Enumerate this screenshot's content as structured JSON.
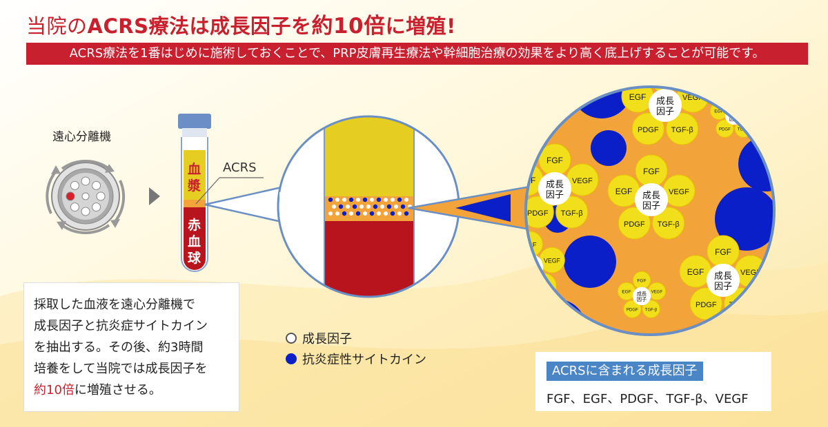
{
  "title": {
    "prefix": "当院の",
    "part1": "ACRS療法は成長因子を",
    "part2": "約10倍",
    "suffix": "に増殖!"
  },
  "banner": "ACRS療法を1番はじめに施術しておくことで、PRP皮膚再生療法や幹細胞治療の効果をより高く底上げすることが可能です。",
  "centrifuge_label": "遠心分離機",
  "acrs_label": "ACRS",
  "tube": {
    "plasma": [
      "血",
      "漿"
    ],
    "rbc": [
      "赤",
      "血",
      "球"
    ]
  },
  "info": {
    "lines": [
      "採取した血液を遠心分離機で",
      "成長因子と抗炎症サイトカイン",
      "を抽出する。その後、約3時間",
      "培養をして当院では成長因子を"
    ],
    "last_red": "約10倍",
    "last_rest": "に増殖させる。"
  },
  "legend": {
    "growth_factor": "成長因子",
    "cytokine": "抗炎症性サイトカイン"
  },
  "gf_box": {
    "heading": "ACRSに含まれる成長因子",
    "list": "FGF、EGF、PDGF、TGF-β、VEGF"
  },
  "cluster": {
    "center": [
      "成長",
      "因子"
    ],
    "factors": [
      "FGF",
      "VEGF",
      "TGF-β",
      "PDGF",
      "EGF"
    ]
  },
  "colors": {
    "red": "#c8202e",
    "orange": "#f2a33a",
    "yellow": "#f2df1c",
    "blue": "#0a1fc8",
    "plasma": "#e6cd22",
    "blood": "#b8141e",
    "outline": "#6a8fc4"
  }
}
